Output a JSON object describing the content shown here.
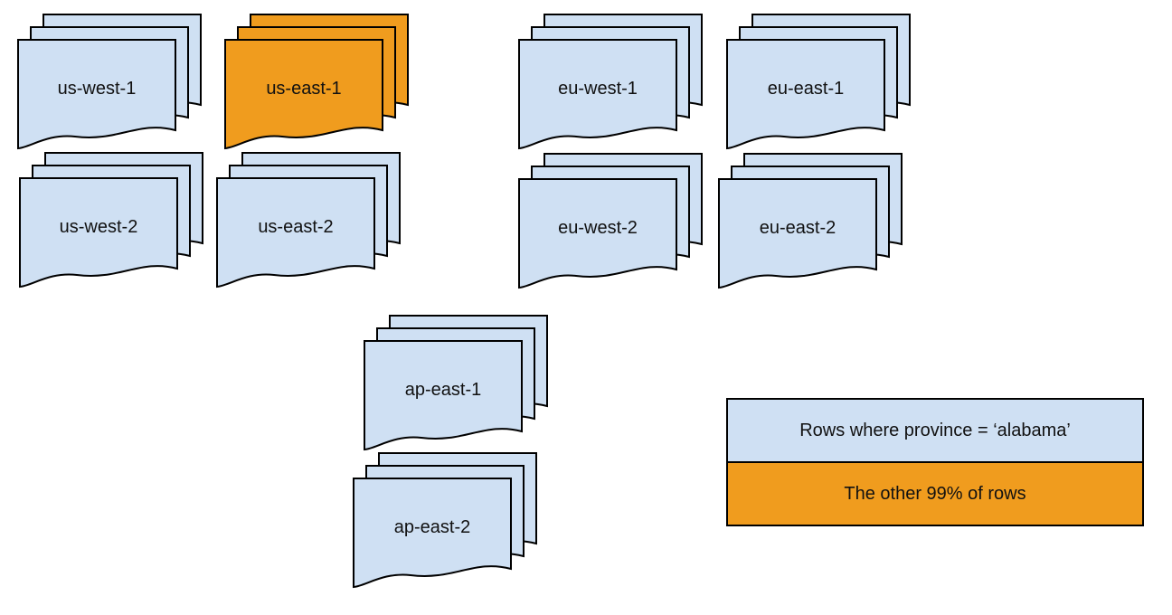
{
  "colors": {
    "region_default": "#cfe0f3",
    "region_highlight": "#f09c1e",
    "outline": "#000000",
    "text": "#111111",
    "background": "#ffffff"
  },
  "stacks": [
    {
      "label": "us-west-1",
      "highlighted": false
    },
    {
      "label": "us-east-1",
      "highlighted": true
    },
    {
      "label": "eu-west-1",
      "highlighted": false
    },
    {
      "label": "eu-east-1",
      "highlighted": false
    },
    {
      "label": "us-west-2",
      "highlighted": false
    },
    {
      "label": "us-east-2",
      "highlighted": false
    },
    {
      "label": "eu-west-2",
      "highlighted": false
    },
    {
      "label": "eu-east-2",
      "highlighted": false
    },
    {
      "label": "ap-east-1",
      "highlighted": false
    },
    {
      "label": "ap-east-2",
      "highlighted": false
    }
  ],
  "legend": {
    "items": [
      {
        "label": "Rows where province = ‘alabama’",
        "color_key": "region_default"
      },
      {
        "label": "The other 99% of rows",
        "color_key": "region_highlight"
      }
    ]
  }
}
